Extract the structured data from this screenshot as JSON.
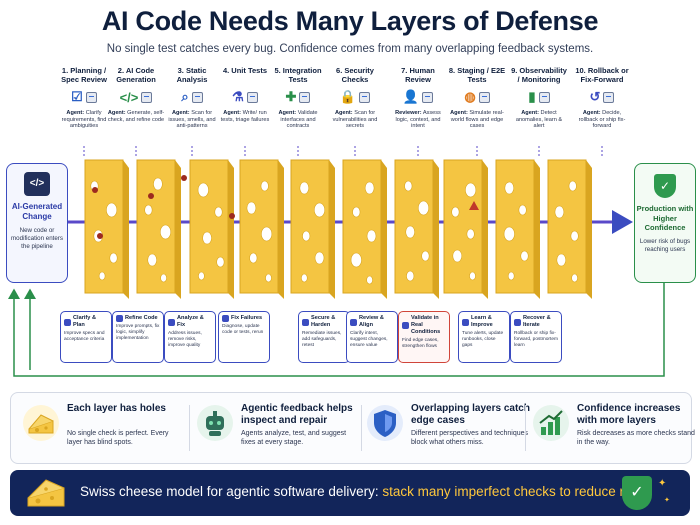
{
  "title": "AI Code Needs Many Layers of Defense",
  "subtitle": "No single test catches every bug. Confidence comes from many overlapping feedback systems.",
  "layers": [
    {
      "number_title": "1. Planning / Spec Review",
      "agent_label": "Agent:",
      "agent_text": "Clarify requirements, find ambiguities",
      "icon": "checklist-icon",
      "fb_title": "Clarify & Plan",
      "fb_desc": "Improve specs and acceptance criteria"
    },
    {
      "number_title": "2. AI Code Generation",
      "agent_label": "Agent:",
      "agent_text": "Generate, self-check, and refine code",
      "icon": "code-icon",
      "fb_title": "Refine Code",
      "fb_desc": "Improve prompts, fix logic, simplify implementation"
    },
    {
      "number_title": "3. Static Analysis",
      "agent_label": "Agent:",
      "agent_text": "Scan for issues, smells, and anti-patterns",
      "icon": "magnifier-icon",
      "fb_title": "Analyze & Fix",
      "fb_desc": "Address issues, remove risks, improve quality"
    },
    {
      "number_title": "4. Unit Tests",
      "agent_label": "Agent:",
      "agent_text": "Write/ run tests, triage failures",
      "icon": "flask-icon",
      "fb_title": "Fix Failures",
      "fb_desc": "Diagnose, update code or tests, rerun"
    },
    {
      "number_title": "5. Integration Tests",
      "agent_label": "Agent:",
      "agent_text": "Validate interfaces and contracts",
      "icon": "puzzle-icon",
      "fb_title": "Secure & Harden",
      "fb_desc": "Remediate issues, add safeguards, retest"
    },
    {
      "number_title": "6. Security Checks",
      "agent_label": "Agent:",
      "agent_text": "Scan for vulnerabilities and secrets",
      "icon": "lock-shield-icon",
      "fb_title": "Review & Align",
      "fb_desc": "Clarify intent, suggest changes, ensure value"
    },
    {
      "number_title": "7. Human Review",
      "agent_label": "Reviewer:",
      "agent_text": "Assess logic, context, and intent",
      "icon": "person-icon",
      "fb_title": "Validate in Real Conditions",
      "fb_desc": "Find edge cases, strengthen flows"
    },
    {
      "number_title": "8. Staging / E2E Tests",
      "agent_label": "Agent:",
      "agent_text": "Simulate real-world flows and edge cases",
      "icon": "globe-icon",
      "fb_title": "Learn & Improve",
      "fb_desc": "Tune alerts, update runbooks, close gaps"
    },
    {
      "number_title": "9. Observability / Monitoring",
      "agent_label": "Agent:",
      "agent_text": "Detect anomalies, learn & alert",
      "icon": "bar-chart-icon",
      "fb_title": "Recover & Iterate",
      "fb_desc": "Rollback or ship fix-forward, postmortem learn"
    },
    {
      "number_title": "10. Rollback or Fix-Forward",
      "agent_label": "Agent:",
      "agent_text": "Decide, rollback or ship fix-forward",
      "icon": "undo-icon",
      "fb_title": "",
      "fb_desc": ""
    }
  ],
  "left_card": {
    "icon_text": "</>",
    "title": "AI-Generated Change",
    "desc": "New code or modification enters the pipeline"
  },
  "right_card": {
    "icon_text": "✓",
    "title": "Production with Higher Confidence",
    "desc": "Lower risk of bugs reaching users"
  },
  "insights": [
    {
      "title": "Each layer has holes",
      "desc": "No single check is perfect. Every layer has blind spots.",
      "icon": "cheese-icon"
    },
    {
      "title": "Agentic feedback helps inspect and repair",
      "desc": "Agents analyze, test, and suggest fixes at every stage.",
      "icon": "robot-icon"
    },
    {
      "title": "Overlapping layers catch edge cases",
      "desc": "Different perspectives and techniques block what others miss.",
      "icon": "shield-icon"
    },
    {
      "title": "Confidence increases with more layers",
      "desc": "Risk decreases as more checks stand in the way.",
      "icon": "growth-chart-icon"
    }
  ],
  "banner": {
    "lead": "Swiss cheese model for agentic software delivery:",
    "highlight": "stack many imperfect checks to reduce risk."
  },
  "colors": {
    "navy": "#12255a",
    "cheese": "#f4c542",
    "accent_blue": "#3b4cc0",
    "green": "#2f9a4f",
    "bug_red": "#c0392b",
    "highlight": "#ffc83d"
  }
}
